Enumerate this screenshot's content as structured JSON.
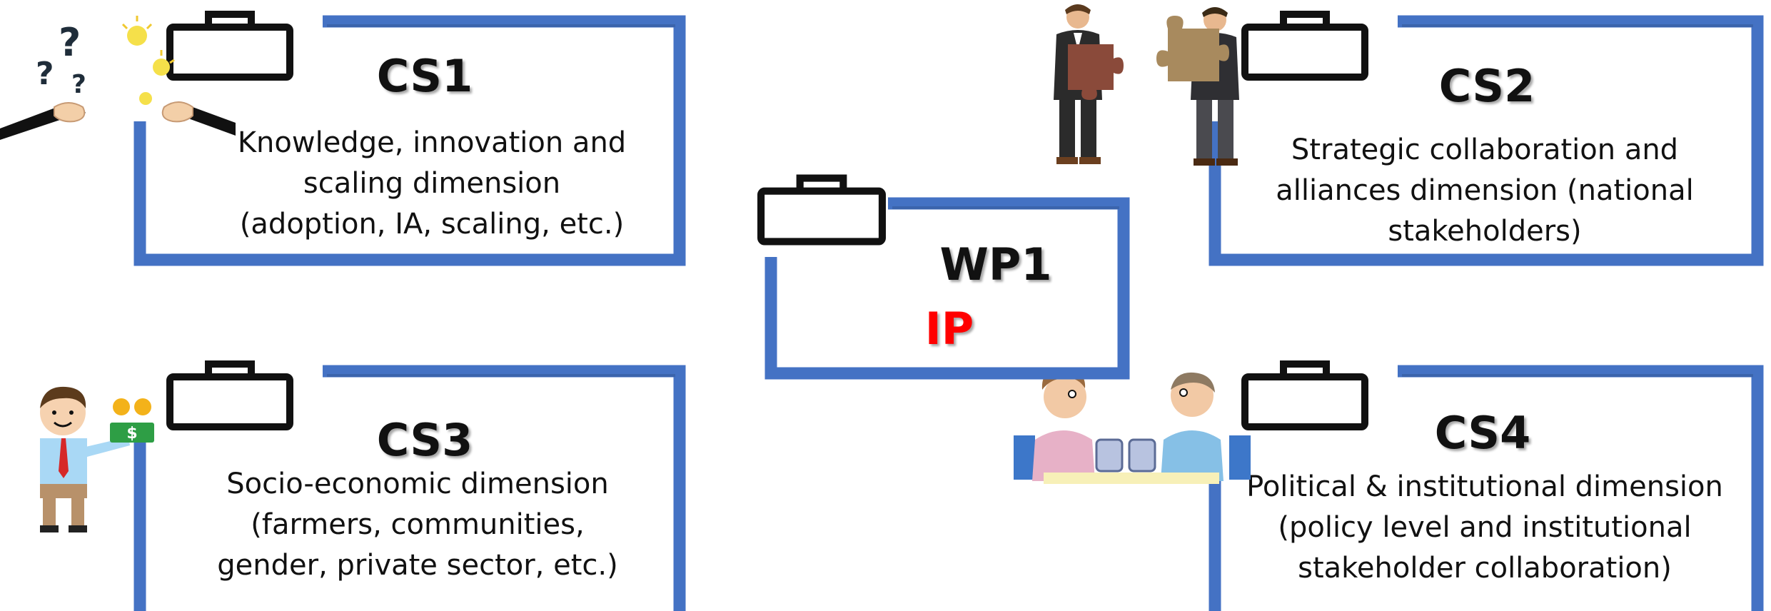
{
  "colors": {
    "frame": "#4472C4",
    "bag": "#111111",
    "ip_accent": "#FF0000"
  },
  "center": {
    "title": "WP1",
    "sub": "IP"
  },
  "cs1": {
    "title": "CS1",
    "lines": [
      "Knowledge, innovation and",
      "scaling  dimension",
      "(adoption, IA, scaling, etc.)"
    ],
    "icon": "question-hands-icon"
  },
  "cs2": {
    "title": "CS2",
    "lines": [
      "Strategic collaboration and",
      "alliances dimension (national",
      "stakeholders)"
    ],
    "icon": "puzzle-businessmen-icon"
  },
  "cs3": {
    "title": "CS3",
    "lines": [
      "Socio-economic dimension",
      "(farmers, communities,",
      "gender, private sector, etc.)"
    ],
    "icon": "businessman-money-icon"
  },
  "cs4": {
    "title": "CS4",
    "lines": [
      "Political & institutional dimension",
      "(policy level and institutional",
      "stakeholder collaboration)"
    ],
    "icon": "two-people-talking-icon"
  }
}
